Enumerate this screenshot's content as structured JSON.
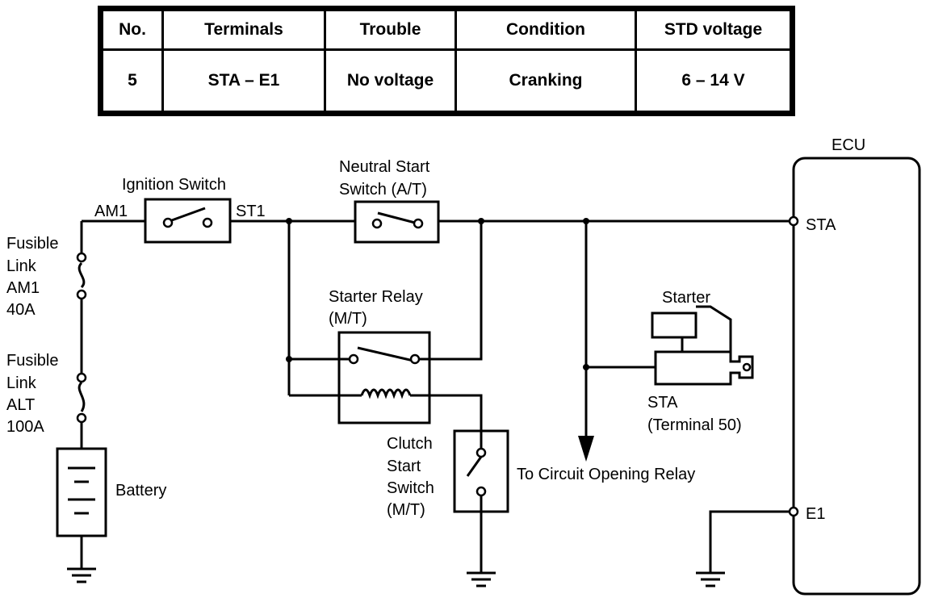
{
  "table": {
    "headers": [
      "No.",
      "Terminals",
      "Trouble",
      "Condition",
      "STD voltage"
    ],
    "row": [
      "5",
      "STA – E1",
      "No voltage",
      "Cranking",
      "6 – 14 V"
    ]
  },
  "labels": {
    "ecu": "ECU",
    "ignition_switch": "Ignition Switch",
    "am1": "AM1",
    "st1": "ST1",
    "neutral_start_line1": "Neutral Start",
    "neutral_start_line2": "Switch (A/T)",
    "sta_ecu": "STA",
    "e1_ecu": "E1",
    "fusible_am1_line1": "Fusible",
    "fusible_am1_line2": "Link",
    "fusible_am1_line3": "AM1",
    "fusible_am1_line4": "40A",
    "fusible_alt_line1": "Fusible",
    "fusible_alt_line2": "Link",
    "fusible_alt_line3": "ALT",
    "fusible_alt_line4": "100A",
    "battery": "Battery",
    "starter_relay_line1": "Starter Relay",
    "starter_relay_line2": "(M/T)",
    "starter": "Starter",
    "sta_terminal_line1": "STA",
    "sta_terminal_line2": "(Terminal 50)",
    "clutch_line1": "Clutch",
    "clutch_line2": "Start",
    "clutch_line3": "Switch",
    "clutch_line4": "(M/T)",
    "circuit_opening_relay": "To Circuit Opening Relay"
  }
}
